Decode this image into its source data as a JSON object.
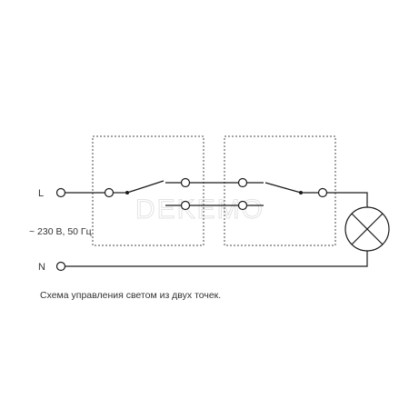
{
  "terminals": {
    "phase": "L",
    "neutral": "N"
  },
  "supply": "~ 230 В, 50 Гц",
  "caption": "Схема управления светом из двух точек.",
  "watermark": "DEKEMO",
  "colors": {
    "line": "#1a1a1a",
    "dashed_box": "#4a4a4a",
    "text": "#333333"
  }
}
